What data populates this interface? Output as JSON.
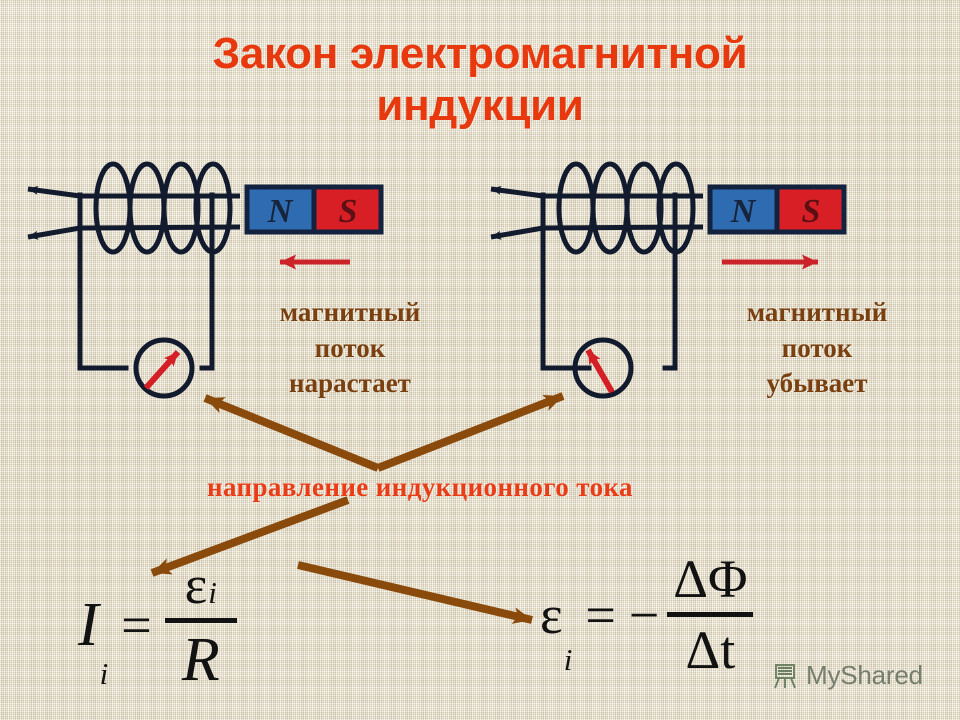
{
  "slide": {
    "title_line1": "Закон электромагнитной",
    "title_line2": "индукции",
    "title_color": "#e8380d",
    "background_color": "#e7dfc8"
  },
  "circuits": [
    {
      "id": "left",
      "magnet": {
        "north_label": "N",
        "north_color": "#2f6bb0",
        "south_label": "S",
        "south_color": "#d81f26",
        "border_color": "#13233f"
      },
      "motion_arrow": {
        "direction": "left",
        "color": "#cc2229"
      },
      "galvanometer": {
        "needle_color": "#d41f26",
        "needle_direction": "up-right",
        "body_color": "#121a2e"
      },
      "coil": {
        "turns": 4,
        "wire_color": "#121a2e"
      },
      "field_arrows": {
        "count": 2,
        "direction": "left",
        "color": "#121a2e"
      },
      "flux_label": {
        "line1": "магнитный",
        "line2": "поток",
        "line3": "нарастает",
        "color": "#7a4010"
      }
    },
    {
      "id": "right",
      "magnet": {
        "north_label": "N",
        "north_color": "#2f6bb0",
        "south_label": "S",
        "south_color": "#d81f26",
        "border_color": "#13233f"
      },
      "motion_arrow": {
        "direction": "right",
        "color": "#cc2229"
      },
      "galvanometer": {
        "needle_color": "#d41f26",
        "needle_direction": "up-right",
        "body_color": "#121a2e"
      },
      "coil": {
        "turns": 4,
        "wire_color": "#121a2e"
      },
      "field_arrows": {
        "count": 2,
        "direction": "left",
        "color": "#121a2e"
      },
      "flux_label": {
        "line1": "магнитный",
        "line2": "поток",
        "line3": "убывает",
        "color": "#7a4010"
      }
    }
  ],
  "current_caption": {
    "text": "направление индукционного тока",
    "color": "#ea3c17"
  },
  "pointer_arrows": {
    "color": "#8a4a0c",
    "items": [
      {
        "name": "to-left-galvanometer",
        "from": "caption",
        "to": "left galvanometer"
      },
      {
        "name": "to-right-galvanometer",
        "from": "caption",
        "to": "right galvanometer"
      },
      {
        "name": "to-current-formula",
        "from": "caption",
        "to": "I_i formula"
      },
      {
        "name": "to-emf-formula",
        "from": "caption",
        "to": "epsilon_i formula"
      }
    ]
  },
  "formulas": {
    "current": {
      "lhs_var": "I",
      "lhs_sub": "i",
      "equals": "=",
      "numerator_var": "ε",
      "numerator_sub": "i",
      "denominator": "R"
    },
    "emf": {
      "lhs_var": "ε",
      "lhs_sub": "i",
      "equals": "=",
      "sign": "−",
      "numerator": "ΔΦ",
      "denominator": "Δt"
    }
  },
  "watermark": {
    "text": "MyShared",
    "icon": "easel-icon",
    "color": "#4c5a49"
  }
}
